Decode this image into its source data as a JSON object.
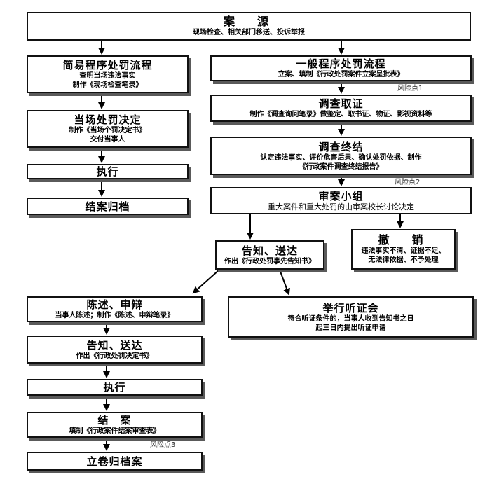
{
  "source": {
    "title": "案　源",
    "sub": "现场检查、相关部门移送、投诉举报"
  },
  "simple": {
    "title": "简易程序处罚流程",
    "sub1": "查明当场违法事实",
    "sub2": "制作《现场检查笔录》",
    "decision_title": "当场处罚决定",
    "decision_sub1": "制作《当场个罚决定书》",
    "decision_sub2": "交付当事人",
    "execute": "执行",
    "close": "结案归档"
  },
  "general": {
    "title": "一般程序处罚流程",
    "sub": "立案、填制《行政处罚案件立案呈批表》",
    "risk1": "风险点1",
    "investigate_title": "调查取证",
    "investigate_sub": "制作《调查询问笔录》做鉴定、取书证、物证、影视资料等",
    "end_title": "调查终结",
    "end_sub1": "认定违法事实、评价危害后果、确认处罚依据、制作",
    "end_sub2": "《行政案件调查终结报告》",
    "risk2": "风险点2",
    "review_title": "审案小组",
    "review_sub": "重大案件和重大处罚的由审案校长讨论决定",
    "withdraw_title": "撤　销",
    "withdraw_sub1": "违法事实不清、证据不足、",
    "withdraw_sub2": "无法律依据、不予处理",
    "notify_title": "告知、送达",
    "notify_sub": "作出《行政处罚事先告知书》",
    "hearing_title": "举行听证会",
    "hearing_sub1": "符合听证条件的，当事人收到告知书之日",
    "hearing_sub2": "起三日内提出听证申请",
    "defense_title": "陈述、申辩",
    "defense_sub": "当事人陈述；制作《陈述、申辩笔录》",
    "deliver_title": "告知、送达",
    "deliver_sub": "作出《行政处罚决定书》",
    "execute": "执行",
    "close_title": "结　案",
    "close_sub": "填制《行政案件结案审查表》",
    "risk3": "风险点3",
    "archive": "立卷归档案"
  }
}
